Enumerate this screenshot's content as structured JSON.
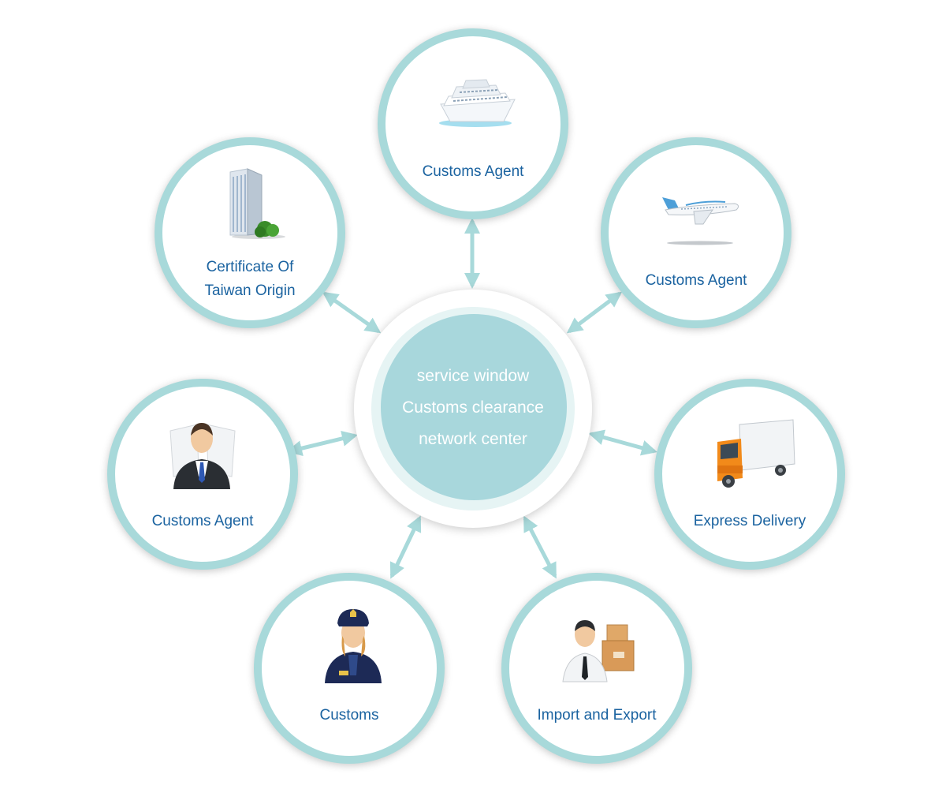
{
  "center": {
    "lines": [
      "service window",
      "Customs clearance",
      "network center"
    ],
    "color": "#a8d7dc"
  },
  "nodes": [
    {
      "id": "ship",
      "label": "Customs Agent",
      "icon": "cruise-ship-icon"
    },
    {
      "id": "plane",
      "label": "Customs Agent",
      "icon": "airplane-icon"
    },
    {
      "id": "truck",
      "label": "Express Delivery",
      "icon": "delivery-truck-icon"
    },
    {
      "id": "import",
      "label": "Import and Export",
      "icon": "worker-with-boxes-icon"
    },
    {
      "id": "customs",
      "label": "Customs",
      "icon": "police-officer-icon"
    },
    {
      "id": "agent",
      "label": "Customs Agent",
      "icon": "businessman-icon"
    },
    {
      "id": "building",
      "label": [
        "Certificate Of",
        "Taiwan Origin"
      ],
      "icon": "office-building-icon"
    }
  ],
  "colors": {
    "ring": "#a8d9da",
    "label_text": "#1b63a0",
    "arrow": "#a8d9da",
    "center_text": "#ffffff"
  }
}
